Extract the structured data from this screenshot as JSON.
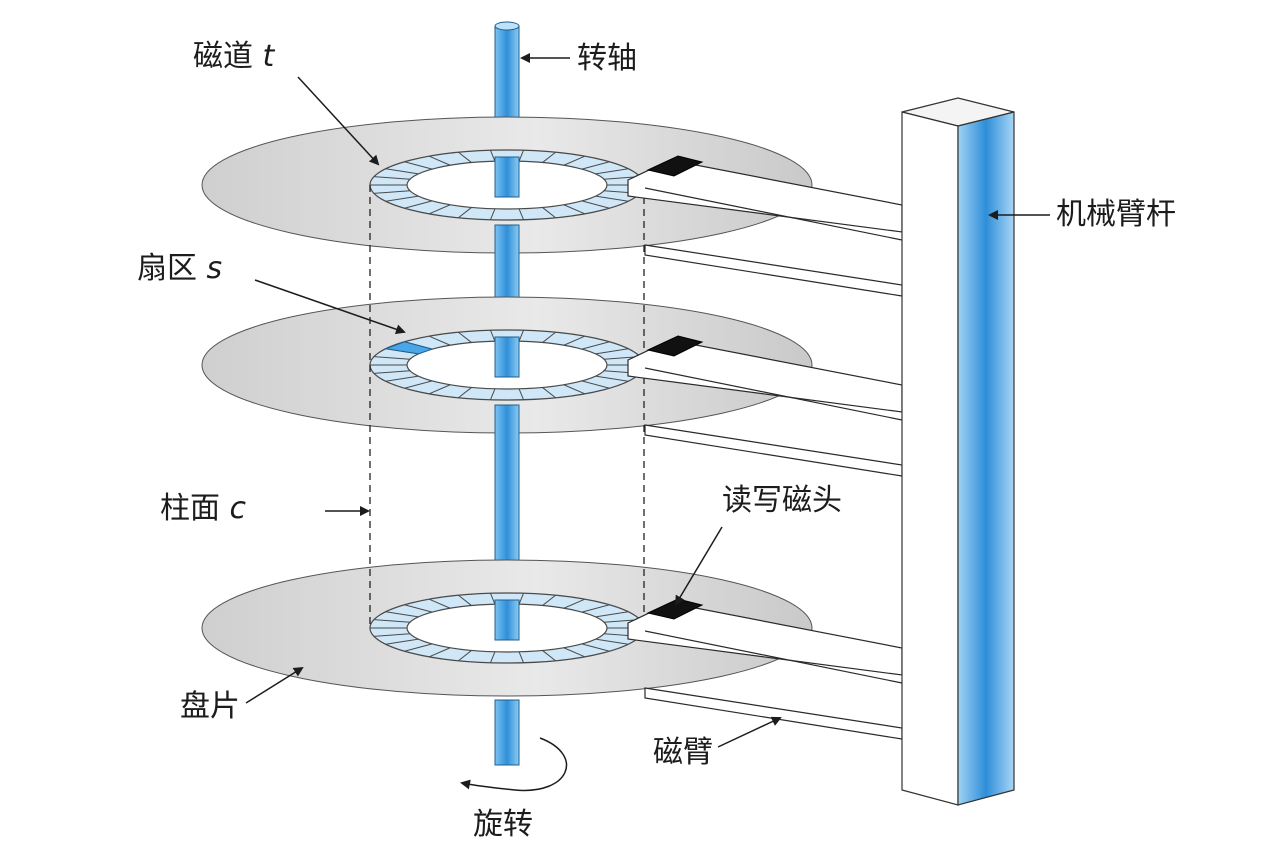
{
  "colors": {
    "spindle_blue": "#3a9be0",
    "track_fill": "#cfe7f7",
    "sector_highlight": "#4aa6e6",
    "platter_grey": "#d6d6d6",
    "head_black": "#111111"
  },
  "labels": {
    "track": {
      "text": "磁道",
      "var": "t"
    },
    "spindle": "转轴",
    "sector": {
      "text": "扇区",
      "var": "s"
    },
    "arm_assembly": "机械臂杆",
    "cylinder": {
      "text": "柱面",
      "var": "c"
    },
    "rw_head": "读写磁头",
    "platter": "盘片",
    "arm": "磁臂",
    "rotation": "旋转"
  }
}
